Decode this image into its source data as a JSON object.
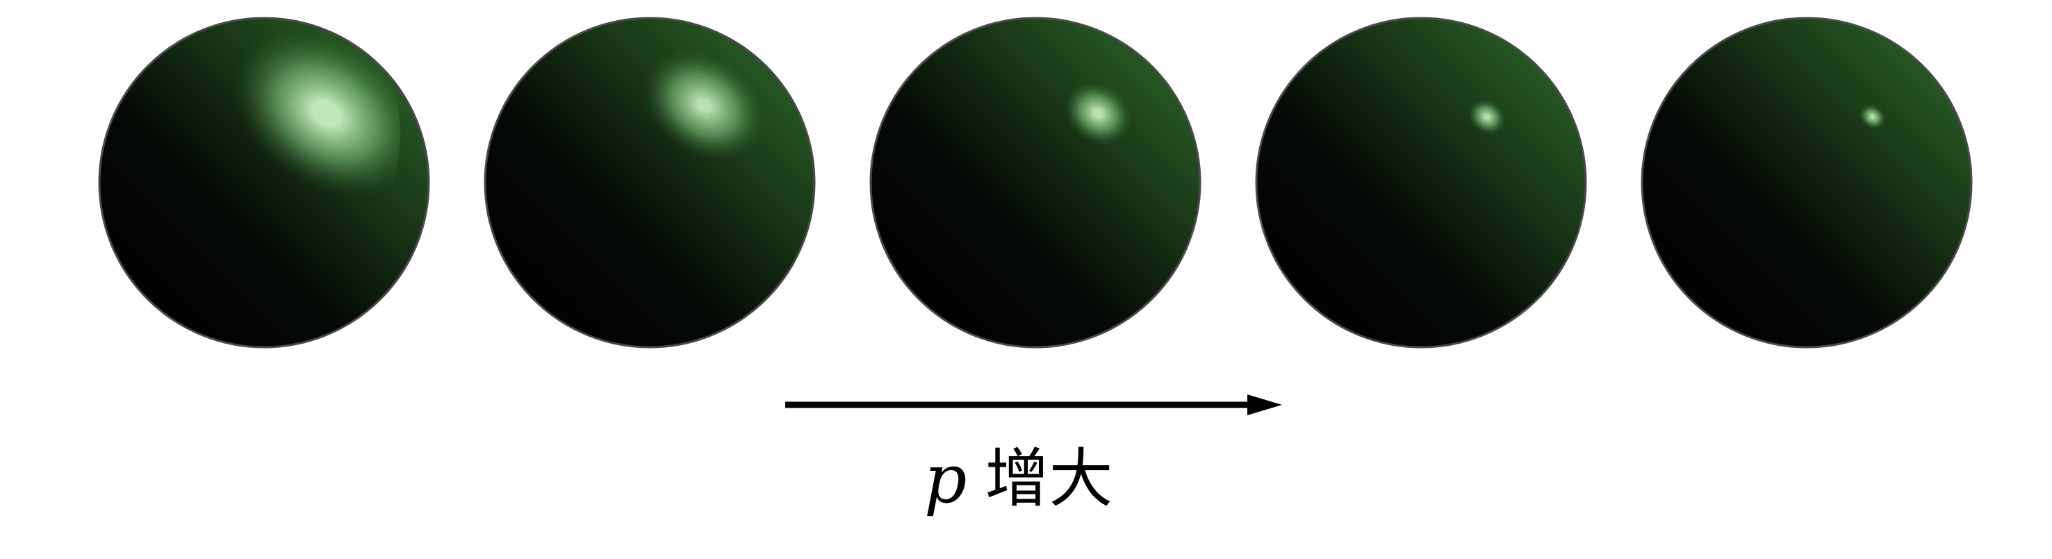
{
  "figure": {
    "spheres": [
      {
        "name": "sphere-1",
        "shininess_level": 1
      },
      {
        "name": "sphere-2",
        "shininess_level": 2
      },
      {
        "name": "sphere-3",
        "shininess_level": 3
      },
      {
        "name": "sphere-4",
        "shininess_level": 4
      },
      {
        "name": "sphere-5",
        "shininess_level": 5
      }
    ],
    "colors": {
      "base": "#2f6e2b",
      "highlight": "#c8f0c0",
      "shadow": "#000000",
      "arrow": "#000000"
    }
  },
  "caption": {
    "variable": "p",
    "text": "增大"
  }
}
